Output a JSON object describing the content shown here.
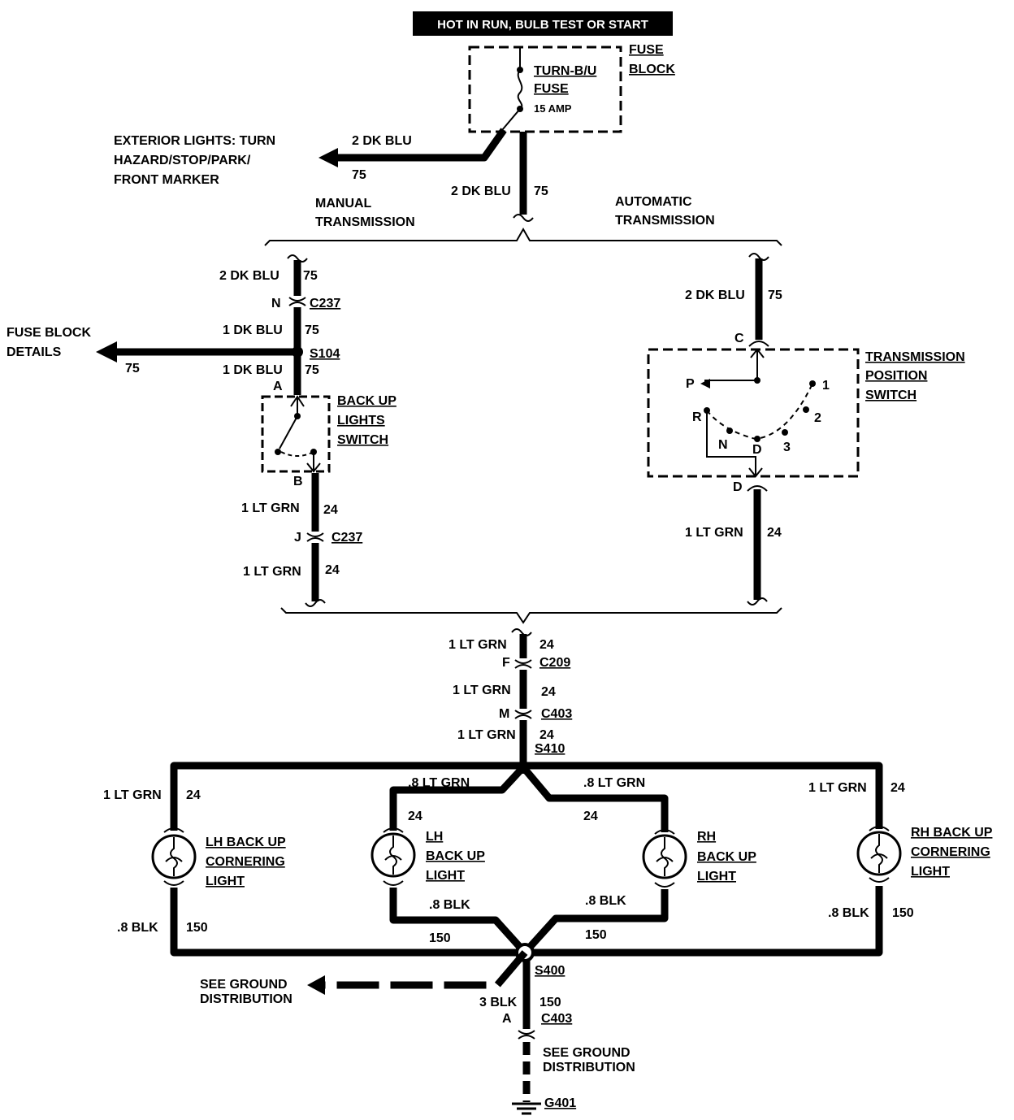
{
  "header": {
    "title": "HOT IN RUN, BULB TEST OR START"
  },
  "fuse_block": {
    "label_line1": "FUSE",
    "label_line2": "BLOCK",
    "fuse_line1": "TURN-B/U",
    "fuse_line2": "FUSE",
    "rating": "15 AMP"
  },
  "exterior_lights": {
    "line1": "EXTERIOR LIGHTS: TURN",
    "line2": "HAZARD/STOP/PARK/",
    "line3": "FRONT MARKER",
    "wire": "2 DK BLU",
    "circuit": "75"
  },
  "main_feed": {
    "wire": "2 DK BLU",
    "circuit": "75"
  },
  "manual": {
    "line1": "MANUAL",
    "line2": "TRANSMISSION",
    "top_wire": "2 DK BLU",
    "top_circuit": "75",
    "c237_pin_n": "N",
    "c237": "C237",
    "mid_wire": "1 DK BLU",
    "mid_circuit": "75",
    "s104": "S104",
    "low_wire": "1 DK BLU",
    "low_circuit": "75",
    "pin_a": "A",
    "switch_line1": "BACK UP",
    "switch_line2": "LIGHTS",
    "switch_line3": "SWITCH",
    "pin_b": "B",
    "out_wire": "1 LT GRN",
    "out_circuit": "24",
    "c237_pin_j": "J",
    "c237b": "C237",
    "out2_wire": "1 LT GRN",
    "out2_circuit": "24"
  },
  "fuse_block_details": {
    "line1": "FUSE BLOCK",
    "line2": "DETAILS",
    "circuit": "75"
  },
  "automatic": {
    "line1": "AUTOMATIC",
    "line2": "TRANSMISSION",
    "top_wire": "2 DK BLU",
    "top_circuit": "75",
    "pin_c": "C",
    "switch_line1": "TRANSMISSION",
    "switch_line2": "POSITION",
    "switch_line3": "SWITCH",
    "positions": [
      "P",
      "R",
      "N",
      "D",
      "3",
      "2",
      "1"
    ],
    "pin_d": "D",
    "out_wire": "1 LT GRN",
    "out_circuit": "24"
  },
  "common": {
    "w1": "1 LT GRN",
    "c1": "24",
    "pin_f": "F",
    "c209": "C209",
    "w2": "1 LT GRN",
    "c2": "24",
    "pin_m": "M",
    "c403": "C403",
    "w3": "1 LT GRN",
    "c3": "24",
    "s410": "S410"
  },
  "lights": {
    "lh_corner": {
      "line1": "LH BACK UP",
      "line2": "CORNERING",
      "line3": "LIGHT",
      "wire": "1 LT GRN",
      "circuit": "24",
      "gnd_wire": ".8 BLK",
      "gnd_circuit": "150"
    },
    "lh_backup": {
      "line1": "LH",
      "line2": "BACK UP",
      "line3": "LIGHT",
      "wire": ".8 LT GRN",
      "circuit": "24",
      "gnd_wire": ".8 BLK",
      "gnd_circuit": "150"
    },
    "rh_backup": {
      "line1": "RH",
      "line2": "BACK UP",
      "line3": "LIGHT",
      "wire": ".8 LT GRN",
      "circuit": "24",
      "gnd_wire": ".8 BLK",
      "gnd_circuit": "150"
    },
    "rh_corner": {
      "line1": "RH BACK UP",
      "line2": "CORNERING",
      "line3": "LIGHT",
      "wire": "1 LT GRN",
      "circuit": "24",
      "gnd_wire": ".8 BLK",
      "gnd_circuit": "150"
    }
  },
  "ground": {
    "s400": "S400",
    "see_line1": "SEE GROUND",
    "see_line2": "DISTRIBUTION",
    "main_wire": "3 BLK",
    "main_circuit": "150",
    "pin_a": "A",
    "c403": "C403",
    "see2_line1": "SEE GROUND",
    "see2_line2": "DISTRIBUTION",
    "g401": "G401"
  }
}
